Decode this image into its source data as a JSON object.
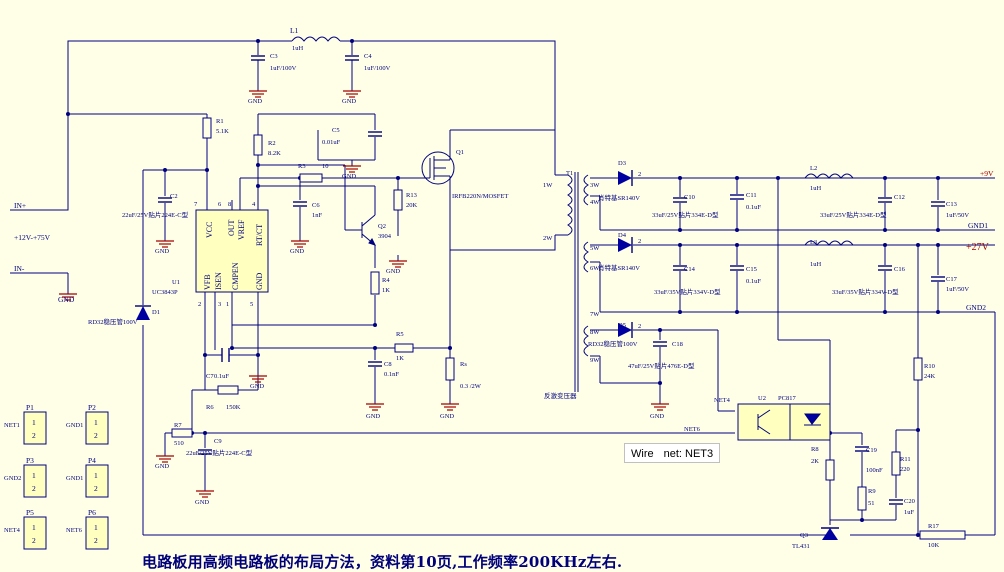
{
  "caption": "电路板用高频电路板的布局方法，资料第10页,工作频率200KHz左右.",
  "tooltip": {
    "label": "Wire",
    "net": "net: NET3"
  },
  "inputs": {
    "in_plus": "IN+",
    "in_minus": "IN-",
    "range": "+12V-+75V"
  },
  "outputs": {
    "v9": "+9V",
    "gnd1": "GND1",
    "v27": "+27V",
    "gnd2": "GND2"
  },
  "gnd": "GND",
  "components": {
    "L1": {
      "ref": "L1",
      "value": "1uH"
    },
    "C3": {
      "ref": "C3",
      "value": "1uF/100V"
    },
    "C4": {
      "ref": "C4",
      "value": "1uF/100V"
    },
    "R1": {
      "ref": "R1",
      "value": "5.1K"
    },
    "R2": {
      "ref": "R2",
      "value": "8.2K"
    },
    "C5": {
      "ref": "C5",
      "value": "0.01uF"
    },
    "R3": {
      "ref": "R3",
      "value": "10"
    },
    "C6": {
      "ref": "C6",
      "value": "1nF"
    },
    "C2": {
      "ref": "C2",
      "value": "22uF/25V贴片224E-C型"
    },
    "Q1": {
      "ref": "Q1",
      "value": "IRFB220N/MOSFET"
    },
    "R13": {
      "ref": "R13",
      "value": "20K"
    },
    "Q2": {
      "ref": "Q2",
      "value": "3904"
    },
    "R4": {
      "ref": "R4",
      "value": "1K"
    },
    "U1": {
      "ref": "U1",
      "value": "UC3843P",
      "pins": [
        "VCC",
        "OUT",
        "VREF",
        "RT/CT",
        "VFB",
        "ISEN",
        "CMPEN",
        "GND"
      ]
    },
    "D1": {
      "ref": "D1",
      "value": "RD32稳压管100V"
    },
    "R5": {
      "ref": "R5",
      "value": "1K"
    },
    "C8": {
      "ref": "C8",
      "value": "0.1nF"
    },
    "Rs": {
      "ref": "Rs",
      "value": "0.3 /2W"
    },
    "C7": {
      "ref": "C7",
      "value": "0.1uF"
    },
    "R6": {
      "ref": "R6",
      "value": "150K"
    },
    "R7": {
      "ref": "R7",
      "value": "510"
    },
    "C9": {
      "ref": "C9",
      "value": "22uF/25V贴片224E-C型"
    },
    "T1": {
      "ref": "T1",
      "value": "反激变压器",
      "pins": [
        "1W",
        "2W",
        "3W",
        "4W",
        "5W",
        "6W",
        "7W",
        "8W",
        "9W"
      ]
    },
    "D3": {
      "ref": "D3",
      "value": "肖特基SR140V"
    },
    "D4": {
      "ref": "D4",
      "value": "肖特基SR140V"
    },
    "D5": {
      "ref": "D5",
      "value": "RD32稳压管100V"
    },
    "C10": {
      "ref": "C10",
      "value": "33uF/25V贴片334E-D型"
    },
    "C11": {
      "ref": "C11",
      "value": "0.1uF"
    },
    "L2": {
      "ref": "L2",
      "value": "1uH"
    },
    "C12": {
      "ref": "C12",
      "value": "33uF/25V贴片334E-D型"
    },
    "C13": {
      "ref": "C13",
      "value": "1uF/50V"
    },
    "C14": {
      "ref": "C14",
      "value": "33uF/35V贴片334V-D型"
    },
    "C15": {
      "ref": "C15",
      "value": "0.1uF"
    },
    "L3": {
      "ref": "L3",
      "value": "1uH"
    },
    "C16": {
      "ref": "C16",
      "value": "33uF/35V贴片334V-D型"
    },
    "C17": {
      "ref": "C17",
      "value": "1uF/50V"
    },
    "C18": {
      "ref": "C18",
      "value": "47uF/25V贴片476E-D型"
    },
    "U2": {
      "ref": "U2",
      "value": "PC817"
    },
    "R10": {
      "ref": "R10",
      "value": "24K"
    },
    "R8": {
      "ref": "R8",
      "value": "2K"
    },
    "C19": {
      "ref": "C19",
      "value": "100nF"
    },
    "R9": {
      "ref": "R9",
      "value": "51"
    },
    "R11": {
      "ref": "R11",
      "value": "220"
    },
    "C20": {
      "ref": "C20",
      "value": "1uF"
    },
    "Q3": {
      "ref": "Q3",
      "value": "TL431"
    },
    "R17": {
      "ref": "R17",
      "value": "10K"
    }
  },
  "connectors": [
    {
      "ref": "P1",
      "net": "NET1"
    },
    {
      "ref": "P2",
      "net": "GND1"
    },
    {
      "ref": "P3",
      "net": "GND2"
    },
    {
      "ref": "P4",
      "net": "GND1"
    },
    {
      "ref": "P5",
      "net": "NET4"
    },
    {
      "ref": "P6",
      "net": "NET6"
    }
  ],
  "net_labels": {
    "net4": "NET4",
    "net6": "NET6"
  },
  "colors": {
    "background": "#ffffe8",
    "wire": "#000080",
    "component": "#000080",
    "diode_fill": "#0000a0",
    "power_red": "#a00000",
    "caption": "#00007a"
  }
}
